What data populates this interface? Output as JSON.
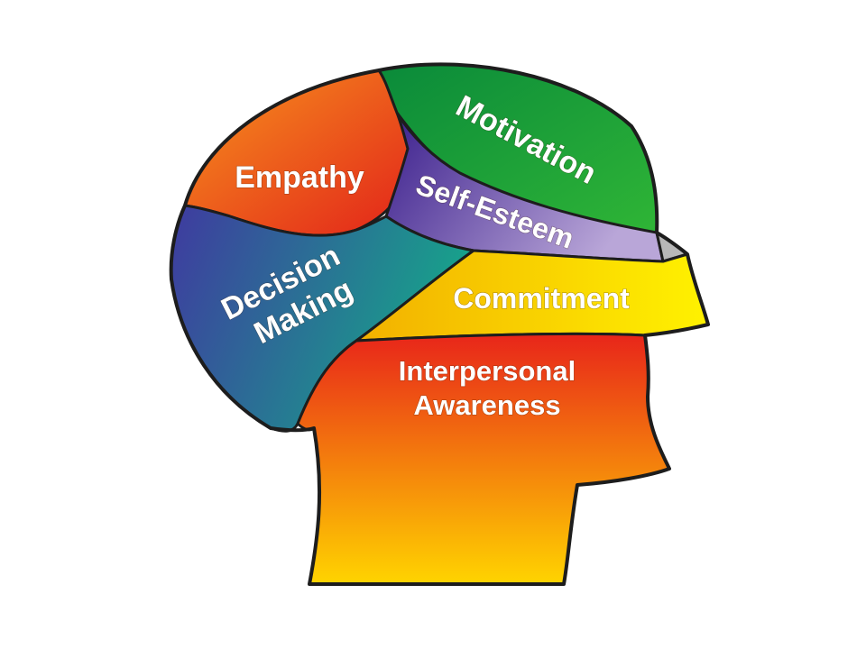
{
  "regions": {
    "empathy": {
      "label": "Empathy",
      "color_a": "#f7941d",
      "color_b": "#e2231a"
    },
    "motivation": {
      "label": "Motivation",
      "color_a": "#0a8a3a",
      "color_b": "#2fb536"
    },
    "self_esteem": {
      "label": "Self-Esteem",
      "color_a": "#3a1e8c",
      "color_b": "#b9a6d8"
    },
    "decision_making": {
      "label_line1": "Decision",
      "label_line2": "Making",
      "color_a": "#3f3aa0",
      "color_b": "#16a58a"
    },
    "commitment": {
      "label": "Commitment",
      "color_a": "#f2b000",
      "color_b": "#fff200"
    },
    "interpersonal_awareness": {
      "label_line1": "Interpersonal",
      "label_line2": "Awareness",
      "color_a": "#e8251a",
      "color_b": "#ffd400"
    }
  },
  "visor_color": "#b8b8b8"
}
